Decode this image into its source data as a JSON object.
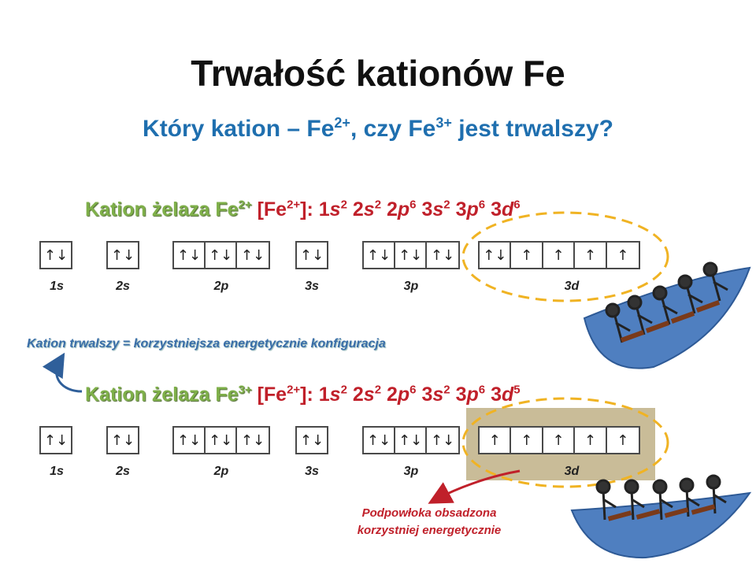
{
  "title": "Trwałość kationów Fe",
  "subtitle": {
    "prefix": "Który kation – Fe",
    "sup1": "2+",
    "middle": ", czy Fe",
    "sup2": "3+",
    "suffix": " jest trwalszy?"
  },
  "fe2": {
    "label": "Kation żelaza Fe",
    "label_sup": "2+",
    "core": "[Fe",
    "core_sup": "2+",
    "core_end": "]: 1",
    "config_last": "6"
  },
  "fe3": {
    "label": "Kation żelaza Fe",
    "label_sup": "3+",
    "core": "[Fe",
    "core_sup": "2+",
    "core_end": "]: 1",
    "config_last": "5"
  },
  "config_parts": [
    "s",
    "2",
    "2",
    "s",
    "2",
    "2",
    "p",
    "6",
    "3",
    "s",
    "2",
    "3",
    "p",
    "6",
    "3",
    "d"
  ],
  "orbital_labels": [
    "1s",
    "2s",
    "2p",
    "3s",
    "3p",
    "3d"
  ],
  "electrons": {
    "pair": "↑↓",
    "up": "↑"
  },
  "note_stable": "Kation trwalszy = korzystniejsza energetycznie konfiguracja",
  "note_subshell": [
    "Podpowłoka obsadzona",
    "korzystniej energetycznie"
  ],
  "colors": {
    "title": "#111111",
    "subtitle": "#1F6FAF",
    "cation_label": "#7FB04A",
    "config_red": "#C0202A",
    "dashed_ellipse": "#F0B323",
    "highlight": "#C9BC98",
    "boat": "#4F7FC0"
  }
}
